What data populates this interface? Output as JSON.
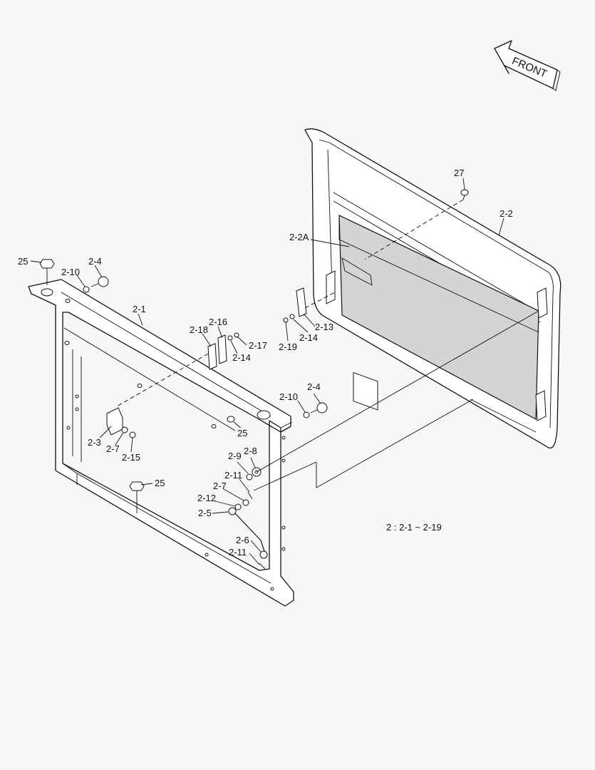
{
  "direction_arrow": {
    "label": "FRONT"
  },
  "callouts": [
    {
      "id": "c-27",
      "text": "27"
    },
    {
      "id": "c-2-2",
      "text": "2-2"
    },
    {
      "id": "c-2-2A",
      "text": "2-2A"
    },
    {
      "id": "c-25-a",
      "text": "25"
    },
    {
      "id": "c-2-4-a",
      "text": "2-4"
    },
    {
      "id": "c-2-10-a",
      "text": "2-10"
    },
    {
      "id": "c-2-1",
      "text": "2-1"
    },
    {
      "id": "c-2-16",
      "text": "2-16"
    },
    {
      "id": "c-2-18",
      "text": "2-18"
    },
    {
      "id": "c-2-17",
      "text": "2-17"
    },
    {
      "id": "c-2-14-a",
      "text": "2-14"
    },
    {
      "id": "c-2-13",
      "text": "2-13"
    },
    {
      "id": "c-2-14-b",
      "text": "2-14"
    },
    {
      "id": "c-2-19",
      "text": "2-19"
    },
    {
      "id": "c-2-4-b",
      "text": "2-4"
    },
    {
      "id": "c-2-10-b",
      "text": "2-10"
    },
    {
      "id": "c-25-b",
      "text": "25"
    },
    {
      "id": "c-2-3",
      "text": "2-3"
    },
    {
      "id": "c-2-7-a",
      "text": "2-7"
    },
    {
      "id": "c-2-15",
      "text": "2-15"
    },
    {
      "id": "c-2-8",
      "text": "2-8"
    },
    {
      "id": "c-2-9",
      "text": "2-9"
    },
    {
      "id": "c-2-11-a",
      "text": "2-11"
    },
    {
      "id": "c-25-c",
      "text": "25"
    },
    {
      "id": "c-2-7-b",
      "text": "2-7"
    },
    {
      "id": "c-2-12",
      "text": "2-12"
    },
    {
      "id": "c-2-5",
      "text": "2-5"
    },
    {
      "id": "c-2-6",
      "text": "2-6"
    },
    {
      "id": "c-2-11-b",
      "text": "2-11"
    }
  ],
  "legend_note": "2 : 2-1 ~ 2-19"
}
